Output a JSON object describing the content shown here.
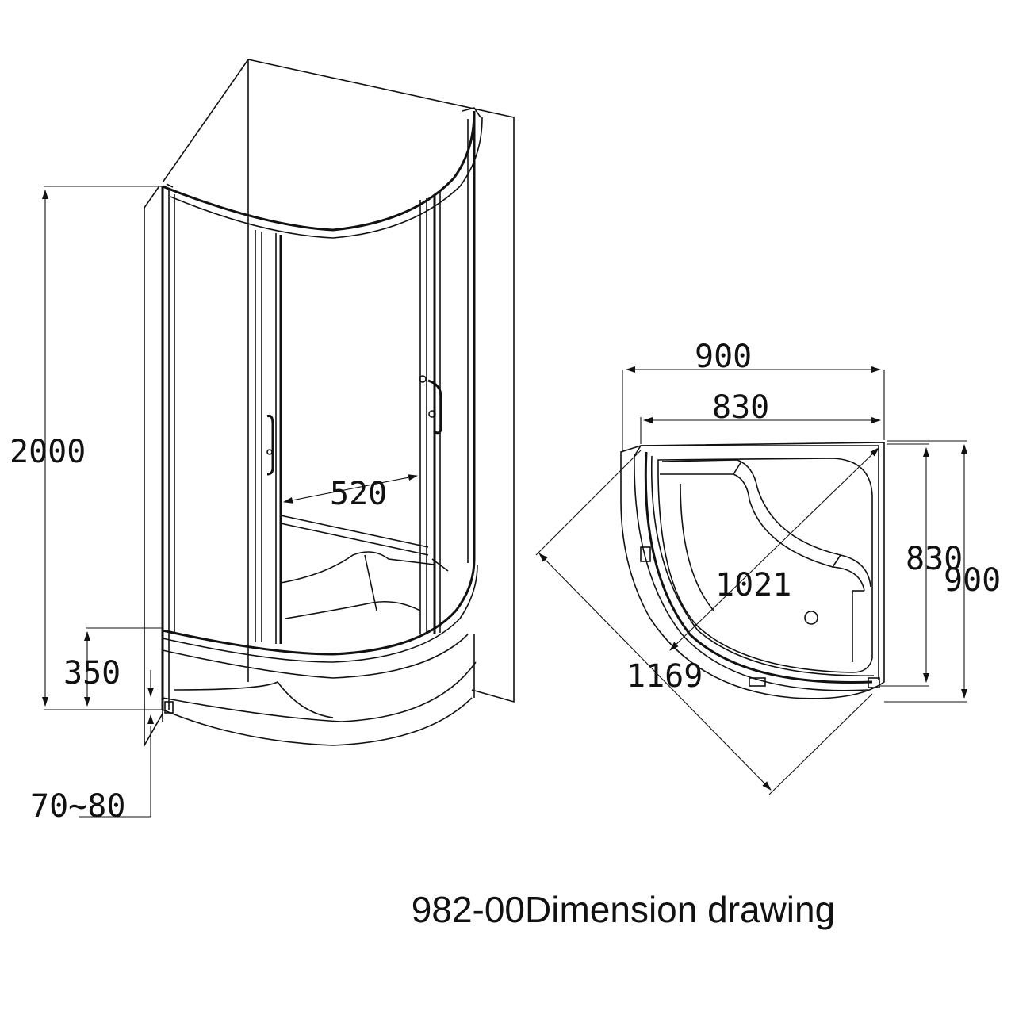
{
  "title": "982-00Dimension drawing",
  "colors": {
    "line": "#111111",
    "background": "#ffffff"
  },
  "side_view": {
    "height_label": "2000",
    "door_width_label": "520",
    "tray_height_label": "350",
    "leg_adjust_label": "70~80"
  },
  "plan_view": {
    "outer_width_label": "900",
    "inner_width_label": "830",
    "inner_depth_label": "830",
    "outer_depth_label": "900",
    "inner_diagonal_label": "1021",
    "outer_diagonal_label": "1169"
  }
}
